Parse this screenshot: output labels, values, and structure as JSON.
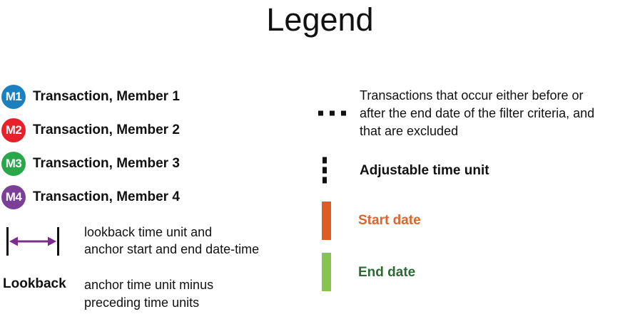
{
  "title": "Legend",
  "colors": {
    "member1": "#1B7FC0",
    "member2": "#E8202A",
    "member3": "#29A84B",
    "member4": "#7B3F98",
    "arrow": "#7B2D8E",
    "tick": "#111111",
    "start_date_swatch": "#DE5C24",
    "start_date_text": "#E2622E",
    "end_date_swatch": "#86C450",
    "end_date_text": "#2B6B33",
    "dot": "#111111",
    "text": "#111111",
    "background": "#FFFFFF"
  },
  "left_column": {
    "members": [
      {
        "badge": "M1",
        "label": "Transaction, Member 1",
        "color_key": "member1"
      },
      {
        "badge": "M2",
        "label": "Transaction, Member 2",
        "color_key": "member2"
      },
      {
        "badge": "M3",
        "label": "Transaction, Member 3",
        "color_key": "member3"
      },
      {
        "badge": "M4",
        "label": "Transaction, Member 4",
        "color_key": "member4"
      }
    ],
    "lookback_arrow": {
      "icon": "double-headed-arrow-with-end-ticks-icon",
      "line1": "lookback time unit and",
      "line2": "anchor start and end date-time"
    },
    "lookback_definition": {
      "term": "Lookback",
      "line1": "anchor time unit minus",
      "line2": "preceding time units"
    }
  },
  "right_column": {
    "excluded": {
      "icon": "horizontal-dotted-line-icon",
      "line1": "Transactions that occur either before or",
      "line2": "after the end date of the filter criteria, and",
      "line3": "that are excluded"
    },
    "adjustable": {
      "icon": "vertical-dashed-line-icon",
      "label": "Adjustable time unit"
    },
    "start_date": {
      "icon": "orange-bar-swatch-icon",
      "label": "Start date"
    },
    "end_date": {
      "icon": "green-bar-swatch-icon",
      "label": "End date"
    }
  }
}
